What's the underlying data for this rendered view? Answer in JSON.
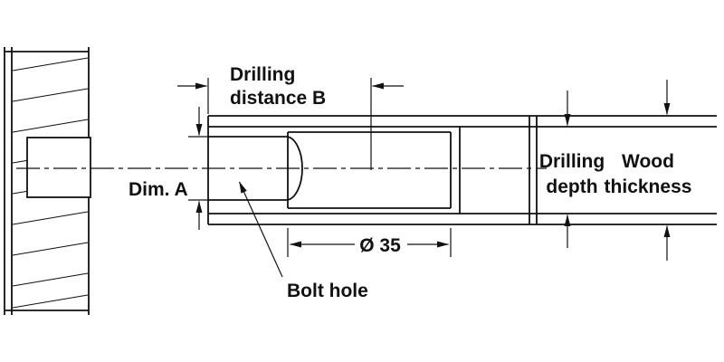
{
  "colors": {
    "line": "#111111",
    "background": "#ffffff"
  },
  "labels": {
    "drilling_distance": {
      "line1": "Drilling",
      "line2": "distance B"
    },
    "dim_a": "Dim. A",
    "diameter": "Ø 35",
    "bolt_hole": "Bolt hole",
    "drilling_depth": {
      "line1": "Drilling",
      "line2": "depth"
    },
    "wood_thickness": {
      "line1": "Wood",
      "line2": "thickness"
    }
  }
}
